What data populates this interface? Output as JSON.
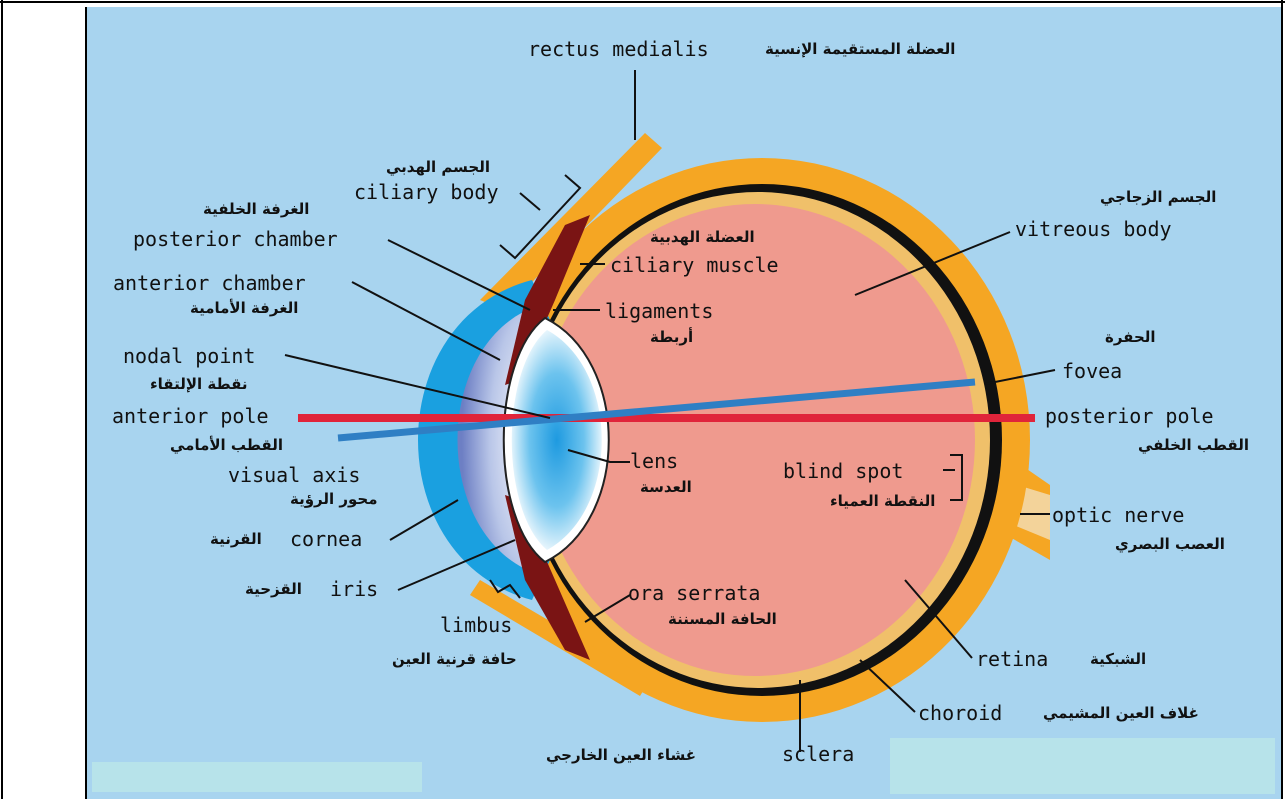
{
  "colors": {
    "background": "#a8d4ef",
    "frame": "#000000",
    "sclera": "#f5a623",
    "choroid": "#111111",
    "retina": "#f0c06a",
    "vitreous": "#ef9a8e",
    "cornea": "#1aa0e0",
    "iris": "#7a1414",
    "lens": "#1e9ae0",
    "optic_axis": "#e0243a",
    "visual_axis": "#2f7fc4"
  },
  "labels": {
    "rectus_medialis": {
      "en": "rectus medialis",
      "ar": "العضلة المستقيمة الإنسية"
    },
    "ciliary_body": {
      "en": "ciliary body",
      "ar": "الجسم الهدبي"
    },
    "posterior_chamber": {
      "en": "posterior chamber",
      "ar": "الغرفة الخلفية"
    },
    "anterior_chamber": {
      "en": "anterior chamber",
      "ar": "الغرفة الأمامية"
    },
    "nodal_point": {
      "en": "nodal point",
      "ar": "نقطة الإلتقاء"
    },
    "anterior_pole": {
      "en": "anterior pole",
      "ar": "القطب الأمامي"
    },
    "visual_axis": {
      "en": "visual axis",
      "ar": "محور الرؤية"
    },
    "cornea": {
      "en": "cornea",
      "ar": "القرنية"
    },
    "iris": {
      "en": "iris",
      "ar": "القزحية"
    },
    "limbus": {
      "en": "limbus",
      "ar": "حافة قرنية العين"
    },
    "ciliary_muscle": {
      "en": "ciliary muscle",
      "ar": "العضلة الهدبية"
    },
    "ligaments": {
      "en": "ligaments",
      "ar": "أربطة"
    },
    "lens": {
      "en": "lens",
      "ar": "العدسة"
    },
    "ora_serrata": {
      "en": "ora serrata",
      "ar": "الحافة المسننة"
    },
    "vitreous_body": {
      "en": "vitreous body",
      "ar": "الجسم الزجاجي"
    },
    "fovea": {
      "en": "fovea",
      "ar": "الحفرة"
    },
    "posterior_pole": {
      "en": "posterior pole",
      "ar": "القطب الخلفي"
    },
    "blind_spot": {
      "en": "blind spot",
      "ar": "النقطة العمياء"
    },
    "optic_nerve": {
      "en": "optic nerve",
      "ar": "العصب البصري"
    },
    "retina": {
      "en": "retina",
      "ar": "الشبكية"
    },
    "choroid": {
      "en": "choroid",
      "ar": "غلاف العين المشيمي"
    },
    "sclera": {
      "en": "sclera",
      "ar": "غشاء العين الخارجي"
    }
  }
}
